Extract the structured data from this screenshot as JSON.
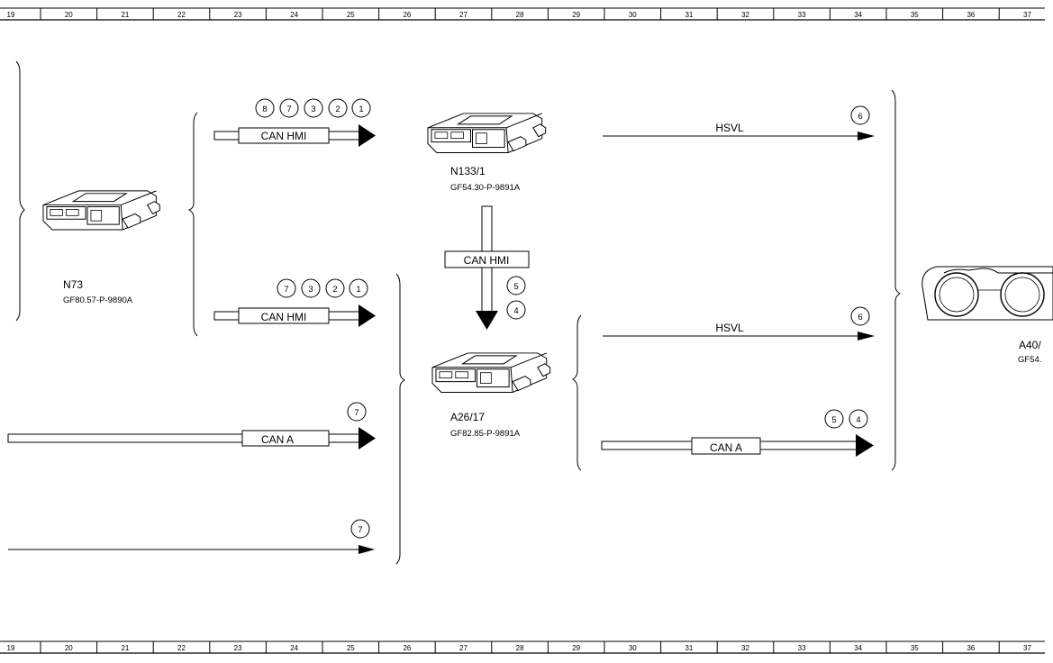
{
  "ruler": {
    "columns": [
      "19",
      "20",
      "21",
      "22",
      "23",
      "24",
      "25",
      "26",
      "27",
      "28",
      "29",
      "30",
      "31",
      "32",
      "33",
      "34",
      "35",
      "36",
      "37"
    ]
  },
  "modules": {
    "n73": {
      "name": "N73",
      "code": "GF80.57-P-9890A"
    },
    "n133_1": {
      "name": "N133/1",
      "code": "GF54.30-P-9891A"
    },
    "a26_17": {
      "name": "A26/17",
      "code": "GF82.85-P-9891A"
    },
    "a40": {
      "name": "A40/",
      "code": "GF54."
    }
  },
  "connections": {
    "can_hmi_top": {
      "label": "CAN HMI",
      "markers": [
        "8",
        "7",
        "3",
        "2",
        "1"
      ]
    },
    "can_hmi_mid": {
      "label": "CAN HMI",
      "markers": [
        "7",
        "3",
        "2",
        "1"
      ]
    },
    "can_a_left": {
      "label": "CAN A",
      "markers": [
        "7"
      ]
    },
    "line_left_bottom": {
      "markers": [
        "7"
      ]
    },
    "can_hmi_vertical": {
      "label": "CAN HMI",
      "markers": [
        "5",
        "4"
      ]
    },
    "hsvl_top": {
      "label": "HSVL",
      "markers": [
        "6"
      ]
    },
    "hsvl_mid": {
      "label": "HSVL",
      "markers": [
        "6"
      ]
    },
    "can_a_right": {
      "label": "CAN A",
      "markers": [
        "5",
        "4"
      ]
    }
  }
}
